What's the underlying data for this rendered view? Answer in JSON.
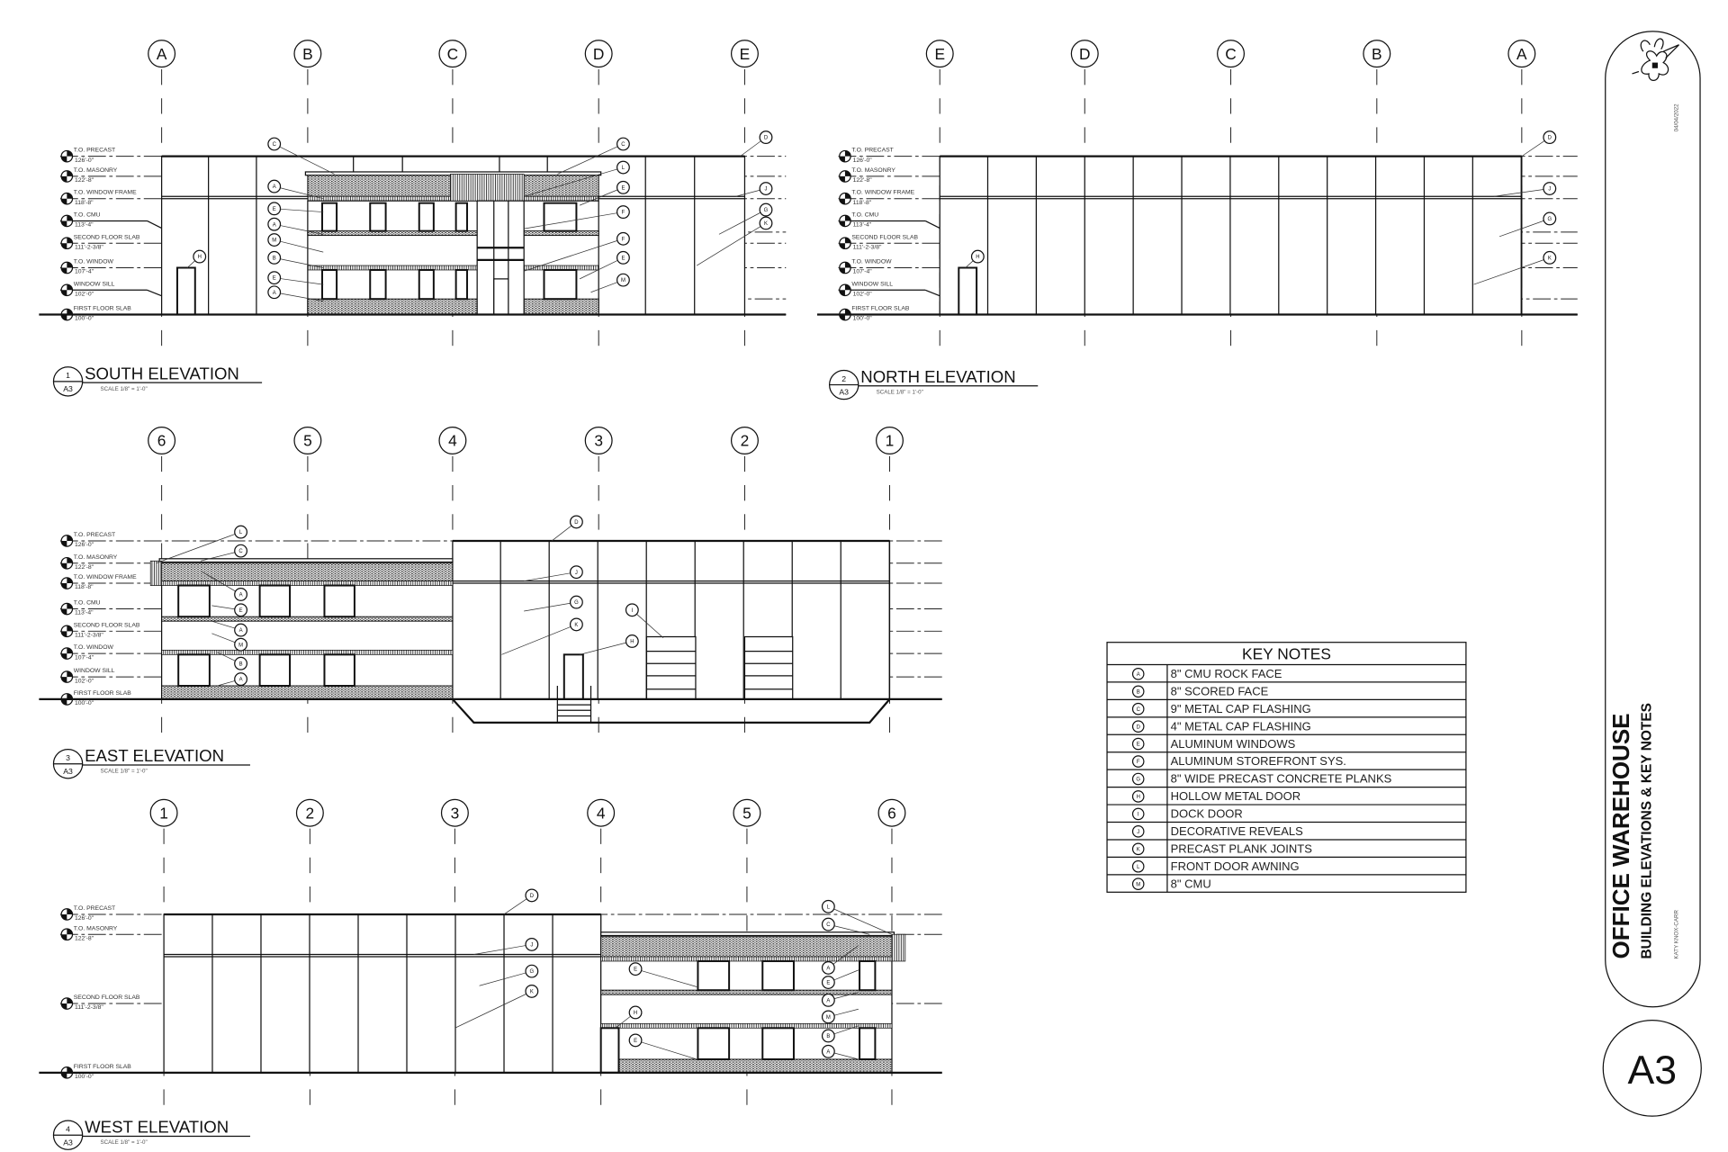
{
  "sheet": {
    "project_title": "OFFICE WAREHOUSE",
    "sheet_subtitle": "BUILDING ELEVATIONS & KEY NOTES",
    "author": "KATY KNOX-CARR",
    "date": "04/04/2022",
    "sheet_number": "A3"
  },
  "elevations": [
    {
      "id": "south",
      "number": "1",
      "sheet": "A3",
      "title": "SOUTH ELEVATION",
      "scale": "SCALE 1/8\" = 1'-0\"",
      "grids": [
        "A",
        "B",
        "C",
        "D",
        "E"
      ],
      "levels": [
        [
          "T.O. PRECAST",
          "126'-0\""
        ],
        [
          "T.O. MASONRY",
          "122'-8\""
        ],
        [
          "T.O. WINDOW FRAME",
          "118'-8\""
        ],
        [
          "T.O. CMU",
          "113'-4\""
        ],
        [
          "SECOND FLOOR SLAB",
          "111'-2-3/8\""
        ],
        [
          "T.O. WINDOW",
          "107'-4\""
        ],
        [
          "WINDOW SILL",
          "102'-0\""
        ],
        [
          "FIRST FLOOR SLAB",
          "100'-0\""
        ]
      ],
      "callouts": [
        "C",
        "C",
        "D",
        "L",
        "E",
        "J",
        "F",
        "G",
        "K",
        "F",
        "E",
        "M",
        "A",
        "E",
        "A",
        "M",
        "B",
        "E",
        "A",
        "H"
      ]
    },
    {
      "id": "north",
      "number": "2",
      "sheet": "A3",
      "title": "NORTH ELEVATION",
      "scale": "SCALE 1/8\" = 1'-0\"",
      "grids": [
        "E",
        "D",
        "C",
        "B",
        "A"
      ],
      "levels": [
        [
          "T.O. PRECAST",
          "126'-0\""
        ],
        [
          "T.O. MASONRY",
          "122'-8\""
        ],
        [
          "T.O. WINDOW FRAME",
          "118'-8\""
        ],
        [
          "T.O. CMU",
          "113'-4\""
        ],
        [
          "SECOND FLOOR SLAB",
          "111'-2-3/8\""
        ],
        [
          "T.O. WINDOW",
          "107'-4\""
        ],
        [
          "WINDOW SILL",
          "102'-0\""
        ],
        [
          "FIRST FLOOR SLAB",
          "100'-0\""
        ]
      ],
      "callouts": [
        "D",
        "J",
        "G",
        "K",
        "H"
      ]
    },
    {
      "id": "east",
      "number": "3",
      "sheet": "A3",
      "title": "EAST ELEVATION",
      "scale": "SCALE 1/8\" = 1'-0\"",
      "grids": [
        "6",
        "5",
        "4",
        "3",
        "2",
        "1"
      ],
      "levels": [
        [
          "T.O. PRECAST",
          "126'-0\""
        ],
        [
          "T.O. MASONRY",
          "122'-8\""
        ],
        [
          "T.O. WINDOW FRAME",
          "118'-8\""
        ],
        [
          "T.O. CMU",
          "113'-4\""
        ],
        [
          "SECOND FLOOR SLAB",
          "111'-2-3/8\""
        ],
        [
          "T.O. WINDOW",
          "107'-4\""
        ],
        [
          "WINDOW SILL",
          "102'-0\""
        ],
        [
          "FIRST FLOOR SLAB",
          "100'-0\""
        ]
      ],
      "callouts": [
        "L",
        "C",
        "A",
        "E",
        "A",
        "M",
        "B",
        "A",
        "D",
        "J",
        "G",
        "K",
        "I",
        "H"
      ]
    },
    {
      "id": "west",
      "number": "4",
      "sheet": "A3",
      "title": "WEST ELEVATION",
      "scale": "SCALE 1/8\" = 1'-0\"",
      "grids": [
        "1",
        "2",
        "3",
        "4",
        "5",
        "6"
      ],
      "levels": [
        [
          "T.O. PRECAST",
          "126'-0\""
        ],
        [
          "T.O. MASONRY",
          "122'-8\""
        ],
        [
          "SECOND FLOOR SLAB",
          "111'-2-3/8\""
        ],
        [
          "FIRST FLOOR SLAB",
          "100'-0\""
        ]
      ],
      "callouts": [
        "D",
        "J",
        "G",
        "K",
        "L",
        "C",
        "A",
        "E",
        "A",
        "M",
        "B",
        "A",
        "E",
        "E",
        "H"
      ]
    }
  ],
  "key_notes": {
    "title": "KEY NOTES",
    "items": [
      {
        "key": "A",
        "text": "8\" CMU ROCK FACE"
      },
      {
        "key": "B",
        "text": "8\" SCORED FACE"
      },
      {
        "key": "C",
        "text": "9\" METAL CAP FLASHING"
      },
      {
        "key": "D",
        "text": "4\" METAL CAP FLASHING"
      },
      {
        "key": "E",
        "text": "ALUMINUM WINDOWS"
      },
      {
        "key": "F",
        "text": "ALUMINUM STOREFRONT SYS."
      },
      {
        "key": "G",
        "text": "8\" WIDE PRECAST CONCRETE PLANKS"
      },
      {
        "key": "H",
        "text": "HOLLOW METAL DOOR"
      },
      {
        "key": "I",
        "text": "DOCK DOOR"
      },
      {
        "key": "J",
        "text": "DECORATIVE REVEALS"
      },
      {
        "key": "K",
        "text": "PRECAST PLANK JOINTS"
      },
      {
        "key": "L",
        "text": "FRONT DOOR AWNING"
      },
      {
        "key": "M",
        "text": "8\" CMU"
      }
    ]
  }
}
